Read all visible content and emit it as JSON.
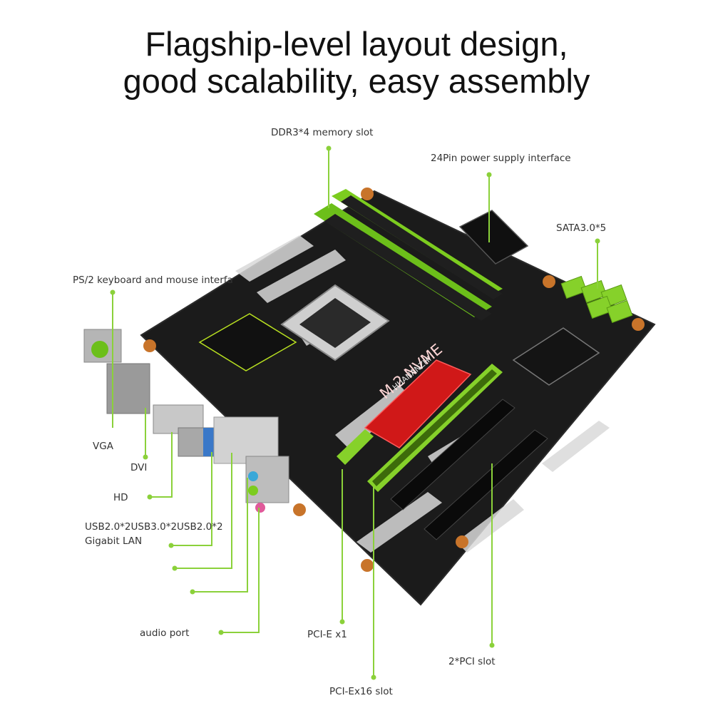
{
  "headline": {
    "line1": "Flagship-level layout design,",
    "line2": "good scalability, easy assembly"
  },
  "labels": {
    "ddr3": "DDR3*4 memory slot",
    "power24": "24Pin power supply interface",
    "sata": "SATA3.0*5",
    "ps2": "PS/2 keyboard and mouse interfa",
    "vga": "VGA",
    "dvi": "DVI",
    "hd": "HD",
    "usb": "USB2.0*2USB3.0*2USB2.0*2",
    "lan": "Gigabit LAN",
    "audio": "audio port",
    "pcie_x1": "PCI-E x1",
    "pcie_x16": "PCI-Ex16 slot",
    "pci": "2*PCI slot"
  },
  "board": {
    "m2_label": "M.2 NVME",
    "brand": "HUANANZHI"
  },
  "colors": {
    "accent_green": "#7ccc1f",
    "leader_green": "#8bd13a",
    "pcb_black": "#1a1a1a",
    "heatsink_red": "#d01818"
  }
}
